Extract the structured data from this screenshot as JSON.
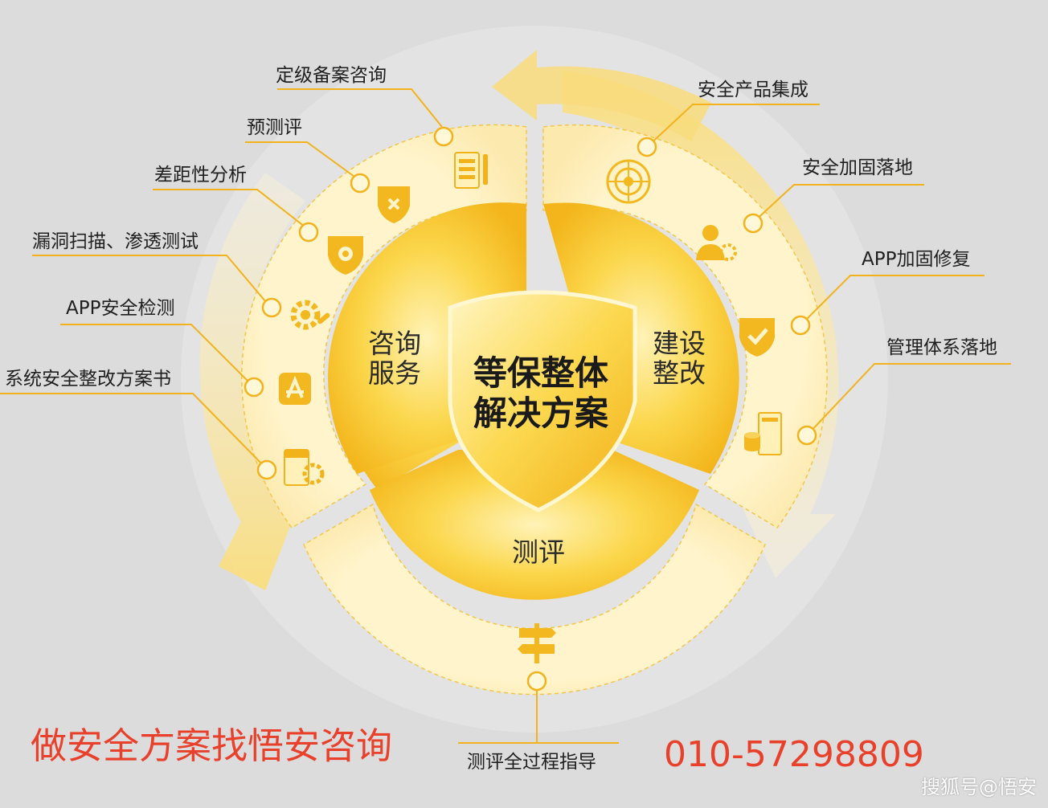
{
  "center": {
    "title_line1": "等保整体",
    "title_line2": "解决方案"
  },
  "segments": {
    "consult": {
      "line1": "咨询",
      "line2": "服务"
    },
    "build": {
      "line1": "建设",
      "line2": "整改"
    },
    "assess": {
      "line1": "测评"
    }
  },
  "left_items": [
    {
      "label": "定级备案咨询",
      "icon": "document-pen-icon"
    },
    {
      "label": "预测评",
      "icon": "shield-cross-icon"
    },
    {
      "label": "差距性分析",
      "icon": "bug-shield-icon"
    },
    {
      "label": "漏洞扫描、渗透测试",
      "icon": "gear-wrench-icon"
    },
    {
      "label": "APP安全检测",
      "icon": "app-store-icon"
    },
    {
      "label": "系统安全整改方案书",
      "icon": "server-gear-icon"
    }
  ],
  "right_items": [
    {
      "label": "安全产品集成",
      "icon": "radar-icon"
    },
    {
      "label": "安全加固落地",
      "icon": "user-gear-icon"
    },
    {
      "label": "APP加固修复",
      "icon": "shield-check-icon"
    },
    {
      "label": "管理体系落地",
      "icon": "server-rack-icon"
    }
  ],
  "bottom_item": {
    "label": "测评全过程指导",
    "icon": "signpost-icon"
  },
  "footer": {
    "slogan": "做安全方案找悟安咨询",
    "phone": "010-57298809",
    "watermark": "搜狐号@悟安"
  },
  "colors": {
    "background": "#dcdcdc",
    "inner_gold": "#f6c12f",
    "outer_ring": "#fdefbf",
    "accent_line": "#f2b21c",
    "footer_text": "#e8402a"
  }
}
